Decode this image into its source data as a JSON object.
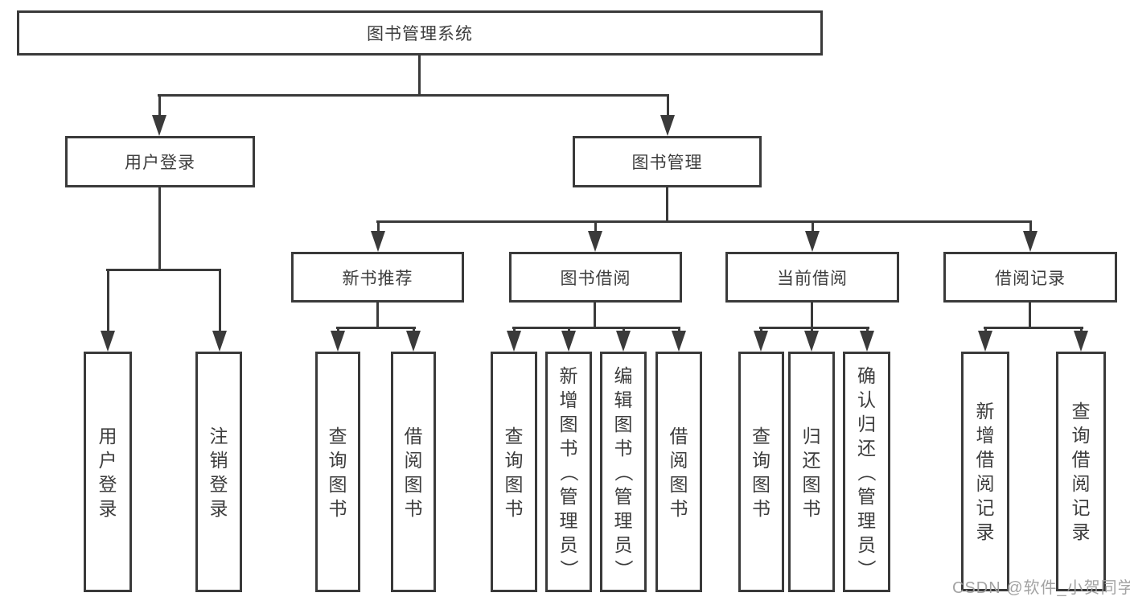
{
  "root": {
    "label": "图书管理系统"
  },
  "user_login": {
    "label": "用户登录",
    "children": {
      "login": "用户登录",
      "logout": "注销登录"
    }
  },
  "book_management": {
    "label": "图书管理",
    "sections": {
      "new_books": {
        "label": "新书推荐",
        "children": {
          "query": "查询图书",
          "borrow": "借阅图书"
        }
      },
      "borrowing": {
        "label": "图书借阅",
        "children": {
          "query": "查询图书",
          "add": "新增图书（管理员）",
          "edit": "编辑图书（管理员）",
          "borrow": "借阅图书"
        }
      },
      "current": {
        "label": "当前借阅",
        "children": {
          "query": "查询图书",
          "return": "归还图书",
          "confirm": "确认归还（管理员）"
        }
      },
      "records": {
        "label": "借阅记录",
        "children": {
          "add": "新增借阅记录",
          "query": "查询借阅记录"
        }
      }
    }
  },
  "watermark": {
    "text": "CSDN @软件_小贺同学"
  },
  "colors": {
    "line": "#3a3a3a",
    "text": "#3d3d3d",
    "watermark": "#9e9e9e",
    "background": "#ffffff"
  }
}
